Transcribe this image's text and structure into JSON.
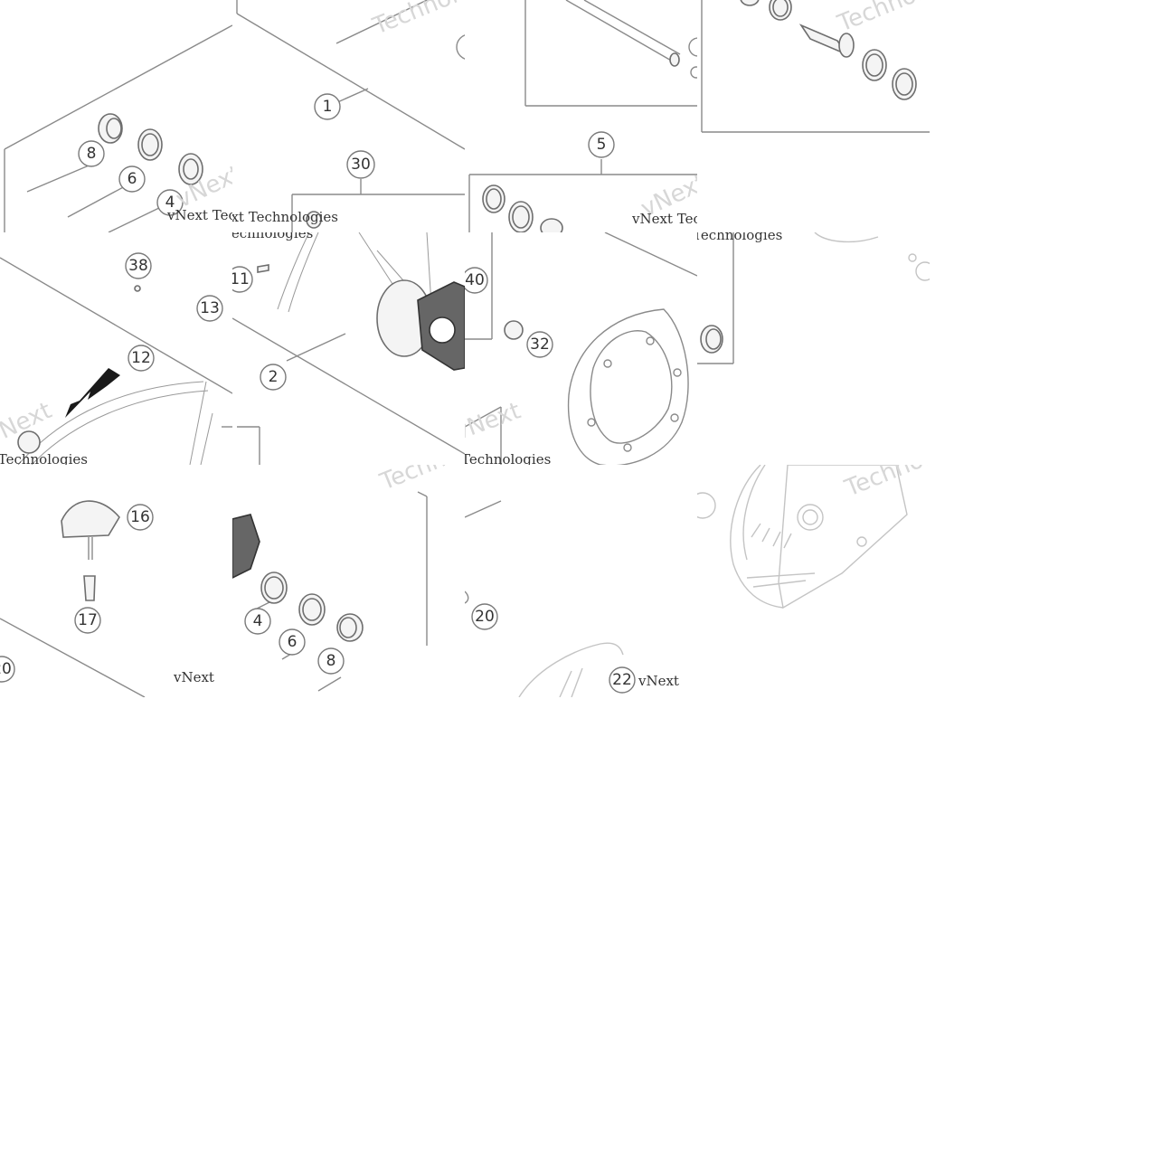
{
  "watermark": {
    "brand": "vNext",
    "full": "vNext Technologies",
    "word": "Technologies"
  },
  "callouts": {
    "c1": "1",
    "c2": "2",
    "c4a": "4",
    "c4b": "4",
    "c5": "5",
    "c6a": "6",
    "c6b": "6",
    "c8a": "8",
    "c8b": "8",
    "c11": "11",
    "c12": "12",
    "c13": "13",
    "c16": "16",
    "c17": "17",
    "c20": "20",
    "c22": "22",
    "c30": "30",
    "c32": "32",
    "c38": "38",
    "c40": "40"
  },
  "colors": {
    "line": "#8a8a8a",
    "text": "#333333",
    "faded": "#c4c4c4",
    "arrow": "#1a1a1a"
  }
}
